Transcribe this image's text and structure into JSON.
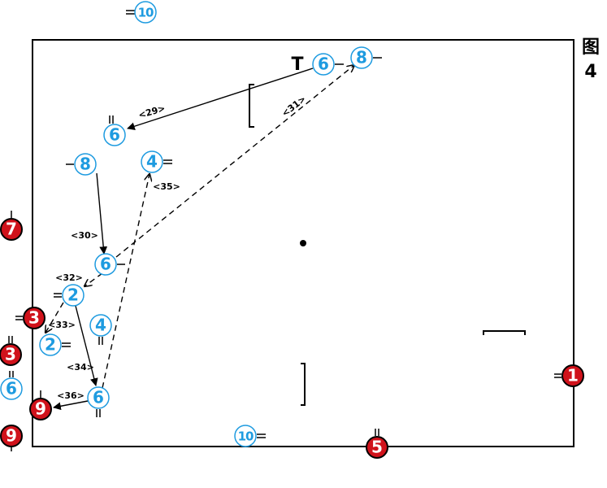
{
  "figure": {
    "label_char": "图",
    "label_num": "4"
  },
  "colors": {
    "blue": "#1e9be0",
    "blue_fill": "#ffffff",
    "red": "#d0121b",
    "red_text": "#ffffff",
    "ink": "#000000"
  },
  "players": [
    {
      "id": "b10-top",
      "num": "10",
      "team": "blue"
    },
    {
      "id": "b6-top",
      "num": "6",
      "team": "blue"
    },
    {
      "id": "b8-top",
      "num": "8",
      "team": "blue"
    },
    {
      "id": "b6-a",
      "num": "6",
      "team": "blue"
    },
    {
      "id": "b8-left",
      "num": "8",
      "team": "blue"
    },
    {
      "id": "b4-a",
      "num": "4",
      "team": "blue"
    },
    {
      "id": "b6-mid",
      "num": "6",
      "team": "blue"
    },
    {
      "id": "b2-a",
      "num": "2",
      "team": "blue"
    },
    {
      "id": "b4-low",
      "num": "4",
      "team": "blue"
    },
    {
      "id": "b2-low",
      "num": "2",
      "team": "blue"
    },
    {
      "id": "b6-low",
      "num": "6",
      "team": "blue"
    },
    {
      "id": "b6-out",
      "num": "6",
      "team": "blue"
    },
    {
      "id": "b10-bot",
      "num": "10",
      "team": "blue"
    },
    {
      "id": "r7",
      "num": "7",
      "team": "red"
    },
    {
      "id": "r3-a",
      "num": "3",
      "team": "red"
    },
    {
      "id": "r3-b",
      "num": "3",
      "team": "red"
    },
    {
      "id": "r9-a",
      "num": "9",
      "team": "red"
    },
    {
      "id": "r9-b",
      "num": "9",
      "team": "red"
    },
    {
      "id": "r1",
      "num": "1",
      "team": "red"
    },
    {
      "id": "r5",
      "num": "5",
      "team": "red"
    }
  ],
  "moves": [
    {
      "id": "m29",
      "label": "<29>",
      "style": "solid"
    },
    {
      "id": "m30",
      "label": "<30>",
      "style": "solid"
    },
    {
      "id": "m31",
      "label": "<31>",
      "style": "dashed"
    },
    {
      "id": "m32",
      "label": "<32>",
      "style": "dashed"
    },
    {
      "id": "m33",
      "label": "<33>",
      "style": "dashed"
    },
    {
      "id": "m34",
      "label": "<34>",
      "style": "solid"
    },
    {
      "id": "m35",
      "label": "<35>",
      "style": "dashed"
    },
    {
      "id": "m36",
      "label": "<36>",
      "style": "solid"
    }
  ],
  "marker_T": "T"
}
